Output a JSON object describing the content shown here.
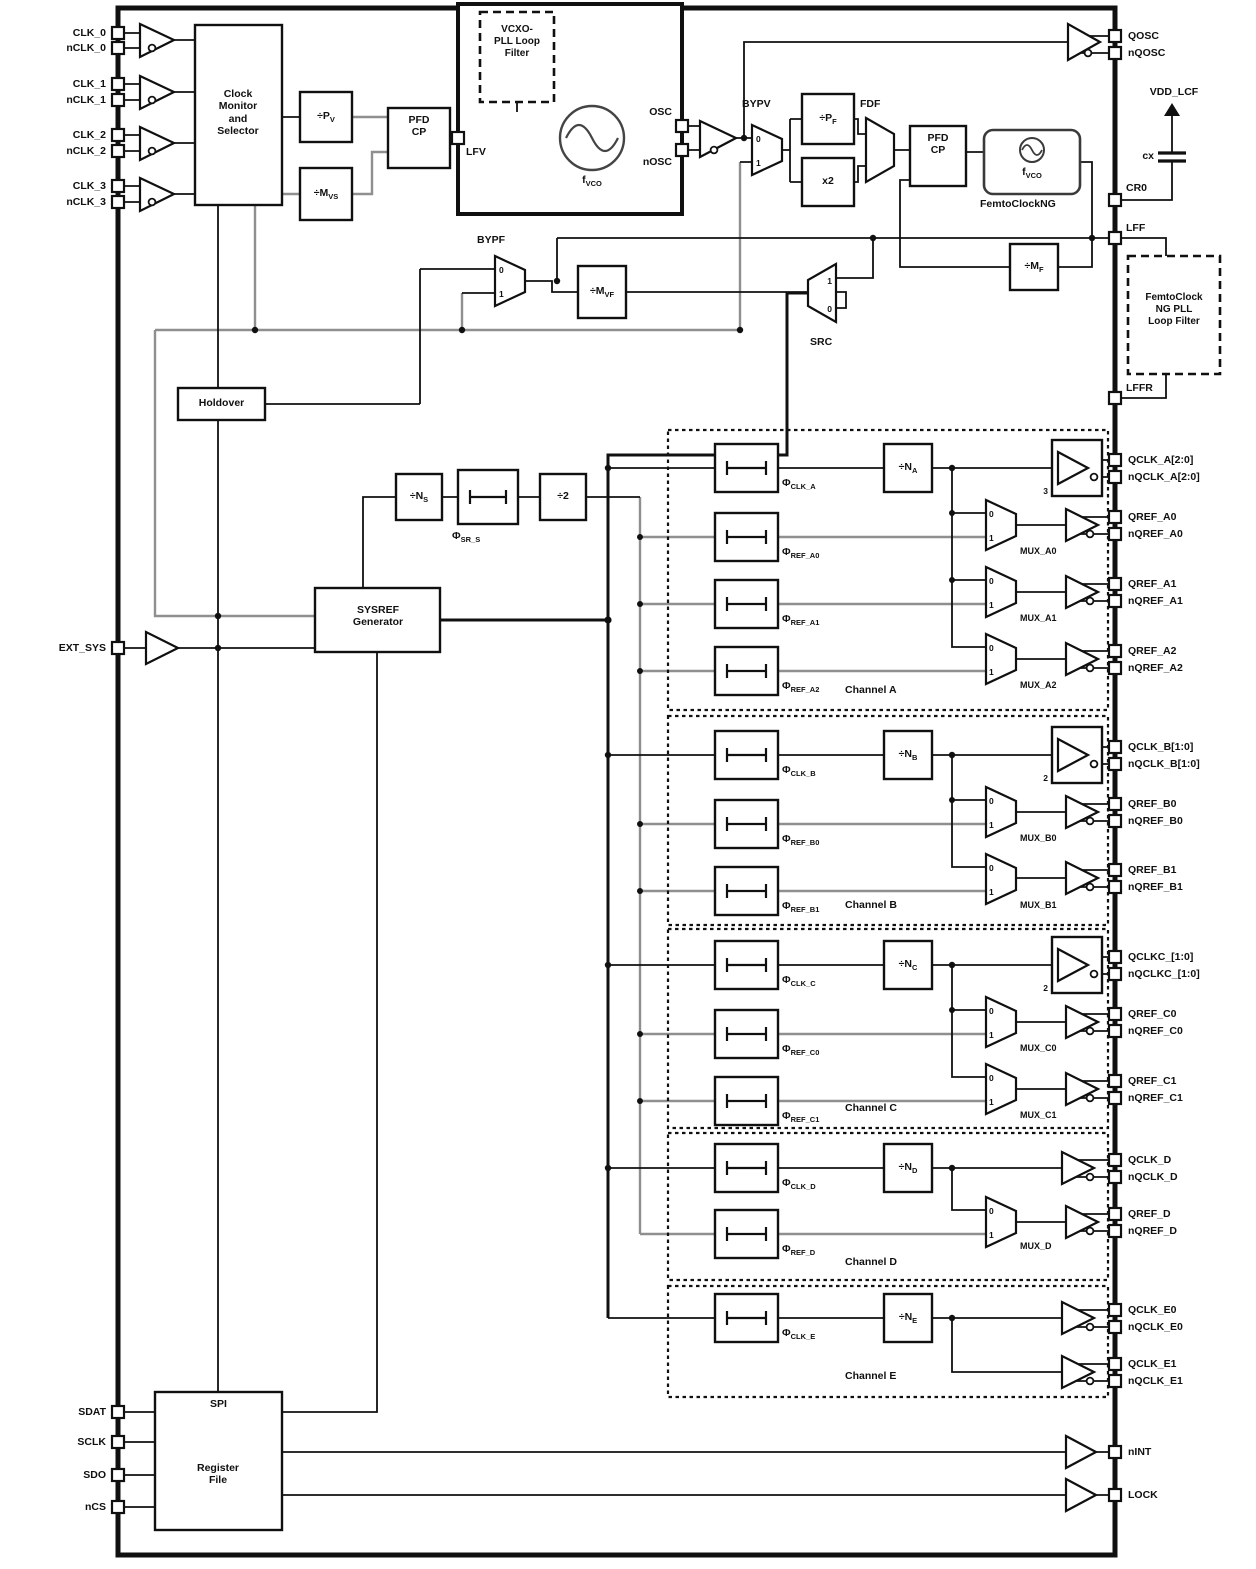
{
  "chip": {
    "inputs": {
      "clk_0": "CLK_0",
      "nclk_0": "nCLK_0",
      "clk_1": "CLK_1",
      "nclk_1": "nCLK_1",
      "clk_2": "CLK_2",
      "nclk_2": "nCLK_2",
      "clk_3": "CLK_3",
      "nclk_3": "nCLK_3",
      "ext_sys": "EXT_SYS",
      "sdat": "SDAT",
      "sclk": "SCLK",
      "sdo": "SDO",
      "ncs": "nCS"
    },
    "outputs": {
      "qosc": "QOSC",
      "nqosc": "nQOSC",
      "cr0": "CR0",
      "lff": "LFF",
      "lffr": "LFFR",
      "qclk_a": "QCLK_A[2:0]",
      "nqclk_a": "nQCLK_A[2:0]",
      "qref_a0": "QREF_A0",
      "nqref_a0": "nQREF_A0",
      "qref_a1": "QREF_A1",
      "nqref_a1": "nQREF_A1",
      "qref_a2": "QREF_A2",
      "nqref_a2": "nQREF_A2",
      "qclk_b": "QCLK_B[1:0]",
      "nqclk_b": "nQCLK_B[1:0]",
      "qref_b0": "QREF_B0",
      "nqref_b0": "nQREF_B0",
      "qref_b1": "QREF_B1",
      "nqref_b1": "nQREF_B1",
      "qclkc": "QCLKC_[1:0]",
      "nqclkc": "nQCLKC_[1:0]",
      "qref_c0": "QREF_C0",
      "nqref_c0": "nQREF_C0",
      "qref_c1": "QREF_C1",
      "nqref_c1": "nQREF_C1",
      "qclk_d": "QCLK_D",
      "nqclk_d": "nQCLK_D",
      "qref_d": "QREF_D",
      "nqref_d": "nQREF_D",
      "qclk_e0": "QCLK_E0",
      "nqclk_e0": "nQCLK_E0",
      "qclk_e1": "QCLK_E1",
      "nqclk_e1": "nQCLK_E1",
      "nint": "nINT",
      "lock": "LOCK"
    },
    "power": {
      "vdd_lcf": "VDD_LCF",
      "cx": "cx"
    },
    "blocks": {
      "clock_monitor": "Clock Monitor and Selector",
      "holdover": "Holdover",
      "pfd_cp": "PFD CP",
      "sysref_generator": "SYSREF Generator",
      "spi": "SPI",
      "register_file": "Register File",
      "femtoclock_ng": "FemtoClockNG",
      "vcxo_loop_filter": "VCXO-PLL Loop Filter",
      "ng_loop_filter": "FemtoClock NG PLL Loop Filter",
      "lfv": "LFV",
      "osc": "OSC",
      "nosc": "nOSC"
    },
    "oscillators": {
      "fvco_base": "f",
      "fvco_sub": "VCO"
    },
    "dividers": {
      "pv_b": "÷P",
      "pv_s": "V",
      "mvs_b": "÷M",
      "mvs_s": "VS",
      "mvf_b": "÷M",
      "mvf_s": "VF",
      "pf_b": "÷P",
      "pf_s": "F",
      "x2": "x2",
      "mf_b": "÷M",
      "mf_s": "F",
      "ns_b": "÷N",
      "ns_s": "S",
      "div2": "÷2",
      "na_b": "÷N",
      "na_s": "A",
      "nb_b": "÷N",
      "nb_s": "B",
      "nc_b": "÷N",
      "nc_s": "C",
      "nd_b": "÷N",
      "nd_s": "D",
      "ne_b": "÷N",
      "ne_s": "E"
    },
    "delays": {
      "phi": "Φ",
      "sr": "SR_S",
      "clk_a": "CLK_A",
      "ref_a0": "REF_A0",
      "ref_a1": "REF_A1",
      "ref_a2": "REF_A2",
      "clk_b": "CLK_B",
      "ref_b0": "REF_B0",
      "ref_b1": "REF_B1",
      "clk_c": "CLK_C",
      "ref_c0": "REF_C0",
      "ref_c1": "REF_C1",
      "clk_d": "CLK_D",
      "ref_d": "REF_D",
      "clk_e": "CLK_E"
    },
    "muxes": {
      "bypv": "BYPV",
      "bypf": "BYPF",
      "fdf": "FDF",
      "src": "SRC",
      "a0": "MUX_A0",
      "a1": "MUX_A1",
      "a2": "MUX_A2",
      "b0": "MUX_B0",
      "b1": "MUX_B1",
      "c0": "MUX_C0",
      "c1": "MUX_C1",
      "d": "MUX_D",
      "sel0": "0",
      "sel1": "1"
    },
    "channels": {
      "a": "Channel A",
      "b": "Channel B",
      "c": "Channel C",
      "d": "Channel D",
      "e": "Channel E"
    },
    "buffer_counts": {
      "a": "3",
      "b": "2",
      "c": "2"
    }
  }
}
